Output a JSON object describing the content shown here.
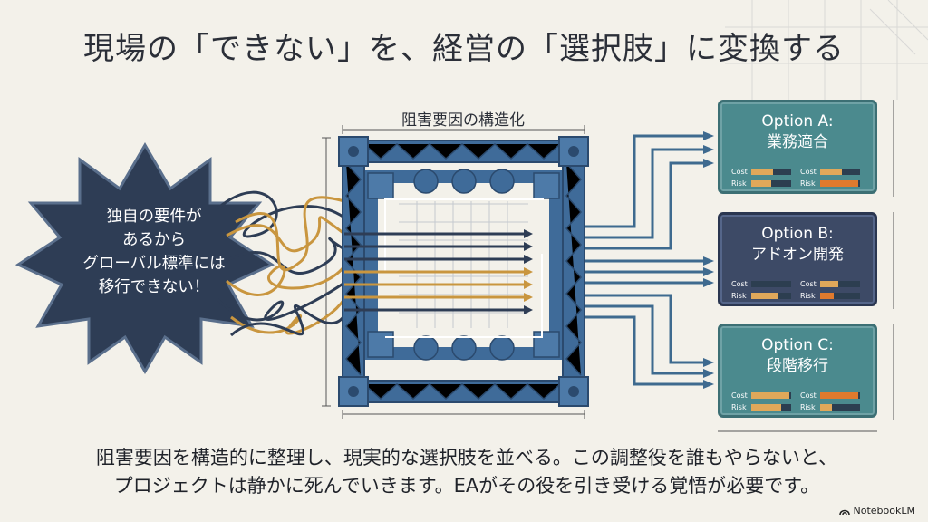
{
  "slide": {
    "title": "現場の「できない」を、経営の「選択肢」に変換する",
    "frame_label": "阻害要因の構造化",
    "burst_text": "独自の要件が\nあるから\nグローバル標準には\n移行できない！",
    "options": [
      {
        "title_line1": "Option A:",
        "title_line2": "業務適合",
        "metrics": [
          {
            "label": "Cost",
            "level": 0.55,
            "color": "#e0a85a"
          },
          {
            "label": "Cost",
            "level": 0.55,
            "color": "#e0a85a"
          },
          {
            "label": "Risk",
            "level": 0.5,
            "color": "#e0a85a"
          },
          {
            "label": "Risk",
            "level": 0.95,
            "color": "#e07a2e"
          }
        ]
      },
      {
        "title_line1": "Option B:",
        "title_line2": "アドオン開発",
        "metrics": [
          {
            "label": "Cost",
            "level": 0.0,
            "color": "#e0a85a"
          },
          {
            "label": "Cost",
            "level": 0.45,
            "color": "#e0a85a"
          },
          {
            "label": "Risk",
            "level": 0.65,
            "color": "#e0a85a"
          },
          {
            "label": "Risk",
            "level": 0.35,
            "color": "#e07a2e"
          }
        ]
      },
      {
        "title_line1": "Option C:",
        "title_line2": "段階移行",
        "metrics": [
          {
            "label": "Cost",
            "level": 0.95,
            "color": "#e0a85a"
          },
          {
            "label": "Cost",
            "level": 0.95,
            "color": "#e07a2e"
          },
          {
            "label": "Risk",
            "level": 0.75,
            "color": "#e0a85a"
          },
          {
            "label": "Risk",
            "level": 0.3,
            "color": "#e0a85a"
          }
        ]
      }
    ],
    "caption_line1": "阻害要因を構造的に整理し、現実的な選択肢を並べる。この調整役を誰もやらないと、",
    "caption_line2": "プロジェクトは静かに死んでいきます。EAがその役を引き受ける覚悟が必要です。",
    "brand": "NotebookLM"
  },
  "colors": {
    "frame": "#3f6b99",
    "frame_dark": "#2b4a6e",
    "burst": "#2e3d55",
    "tangle_gold": "#c9963f",
    "arrow": "#3e6a8f"
  }
}
